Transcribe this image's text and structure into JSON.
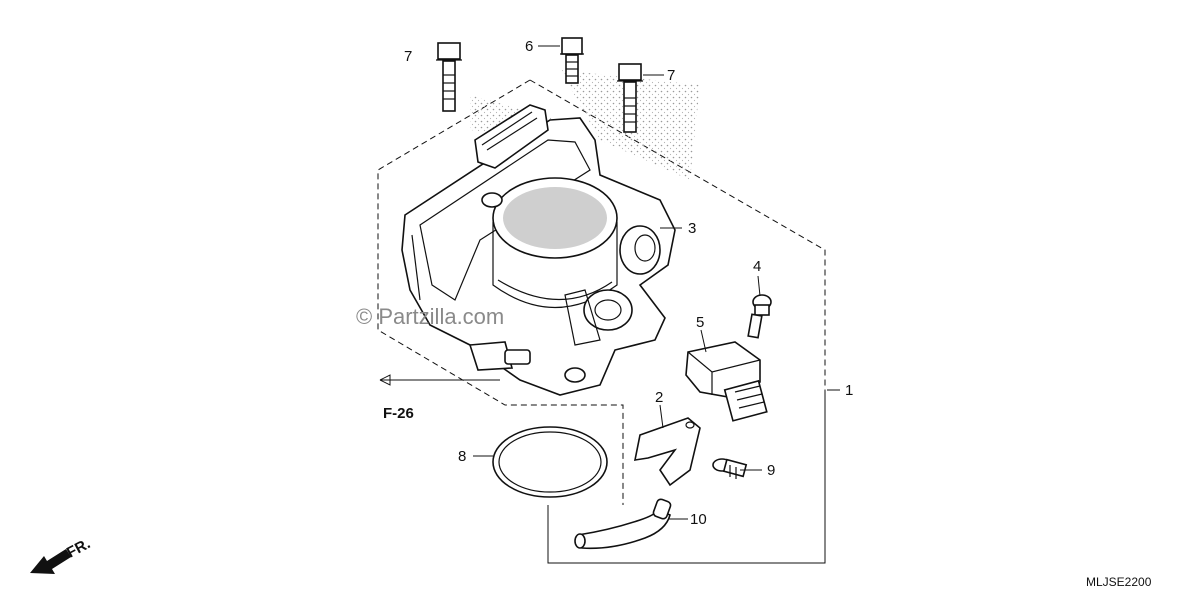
{
  "watermark": "© Partzilla.com",
  "reference": {
    "section": "F-26",
    "front_marker": "FR.",
    "diagram_code": "MLJSE2200"
  },
  "callouts": [
    {
      "number": "1"
    },
    {
      "number": "2"
    },
    {
      "number": "3"
    },
    {
      "number": "4"
    },
    {
      "number": "5"
    },
    {
      "number": "6"
    },
    {
      "number": "7"
    },
    {
      "number": "7"
    },
    {
      "number": "8"
    },
    {
      "number": "9"
    },
    {
      "number": "10"
    }
  ]
}
